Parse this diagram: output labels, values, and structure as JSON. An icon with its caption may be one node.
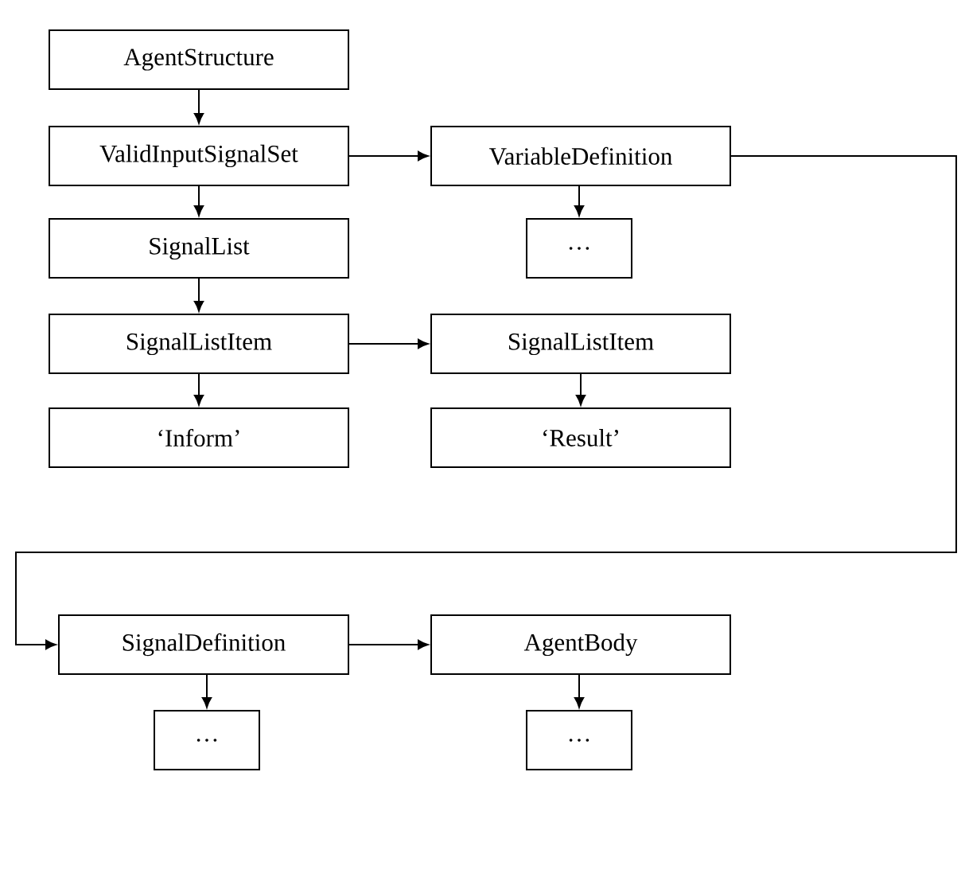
{
  "diagram": {
    "nodes": [
      {
        "text": [
          "AgentStructure"
        ]
      },
      {
        "text": [
          "ValidInputSignalSet"
        ]
      },
      {
        "text": [
          "VariableDefinition"
        ]
      },
      {
        "text": [
          "SignalList"
        ]
      },
      {
        "text": [
          "…"
        ]
      },
      {
        "text": [
          "SignalListItem"
        ]
      },
      {
        "text": [
          "SignalListItem"
        ]
      },
      {
        "text": [
          "‘Inform’"
        ]
      },
      {
        "text": [
          "‘Result’"
        ]
      },
      {
        "text": [
          "SignalDefinition"
        ]
      },
      {
        "text": [
          "AgentBody"
        ]
      },
      {
        "text": [
          "…"
        ]
      },
      {
        "text": [
          "…"
        ]
      }
    ],
    "edges": [
      {
        "from": 0,
        "to": 1,
        "arrow": "to"
      },
      {
        "from": 1,
        "to": 2,
        "arrow": "to"
      },
      {
        "from": 1,
        "to": 3,
        "arrow": "to"
      },
      {
        "from": 2,
        "to": 4,
        "arrow": "to"
      },
      {
        "from": 2,
        "to": 9,
        "arrow": "to"
      },
      {
        "from": 3,
        "to": 5,
        "arrow": "to"
      },
      {
        "from": 5,
        "to": 6,
        "arrow": "to"
      },
      {
        "from": 5,
        "to": 7,
        "arrow": "to"
      },
      {
        "from": 6,
        "to": 8,
        "arrow": "to"
      },
      {
        "from": 9,
        "to": 10,
        "arrow": "to"
      },
      {
        "from": 9,
        "to": 11,
        "arrow": "to"
      },
      {
        "from": 10,
        "to": 12,
        "arrow": "to"
      }
    ]
  }
}
